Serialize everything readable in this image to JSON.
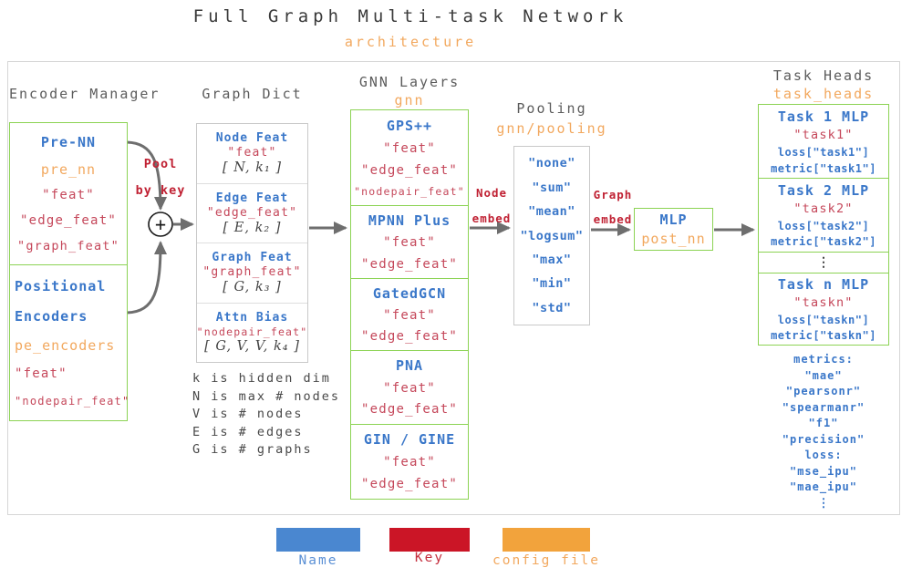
{
  "title": "Full Graph Multi-task Network",
  "subtitle": "architecture",
  "colors": {
    "name_blue": "#3a77c9",
    "key_red": "#c02133",
    "config_orange": "#f2a85e",
    "legend_blue": "#4a87d0",
    "legend_red": "#cb1526",
    "legend_orange": "#f2a33c",
    "box_green_border": "#8cd354",
    "box_gray_border": "#c9c9c9"
  },
  "encoder_manager": {
    "heading": "Encoder Manager",
    "pre_nn": {
      "name": "Pre-NN",
      "config": "pre_nn",
      "keys": [
        "\"feat\"",
        "\"edge_feat\"",
        "\"graph_feat\""
      ]
    },
    "positional_encoders": {
      "name_lines": [
        "Positional",
        "Encoders"
      ],
      "config": "pe_encoders",
      "keys": [
        "\"feat\"",
        "\"nodepair_feat\""
      ]
    },
    "pool_label_lines": [
      "Pool",
      "by key"
    ],
    "sum_symbol": "+"
  },
  "graph_dict": {
    "heading": "Graph Dict",
    "rows": [
      {
        "name": "Node Feat",
        "key": "\"feat\"",
        "shape": "[ N, k₁ ]"
      },
      {
        "name": "Edge Feat",
        "key": "\"edge_feat\"",
        "shape": "[ E, k₂ ]"
      },
      {
        "name": "Graph Feat",
        "key": "\"graph_feat\"",
        "shape": "[ G, k₃ ]"
      },
      {
        "name": "Attn Bias",
        "key": "\"nodepair_feat\"",
        "shape": "[ G, V, V, k₄ ]"
      }
    ],
    "notes": [
      "k is hidden dim",
      "N is max # nodes",
      "V is # nodes",
      "E is # edges",
      "G is # graphs"
    ]
  },
  "gnn_layers": {
    "heading": "GNN Layers",
    "config": "gnn",
    "blocks": [
      {
        "name": "GPS++",
        "keys": [
          "\"feat\"",
          "\"edge_feat\"",
          "\"nodepair_feat\""
        ]
      },
      {
        "name": "MPNN Plus",
        "keys": [
          "\"feat\"",
          "\"edge_feat\""
        ]
      },
      {
        "name": "GatedGCN",
        "keys": [
          "\"feat\"",
          "\"edge_feat\""
        ]
      },
      {
        "name": "PNA",
        "keys": [
          "\"feat\"",
          "\"edge_feat\""
        ]
      },
      {
        "name": "GIN / GINE",
        "keys": [
          "\"feat\"",
          "\"edge_feat\""
        ]
      }
    ]
  },
  "pooling": {
    "heading": "Pooling",
    "config": "gnn/pooling",
    "options": [
      "\"none\"",
      "\"sum\"",
      "\"mean\"",
      "\"logsum\"",
      "\"max\"",
      "\"min\"",
      "\"std\""
    ]
  },
  "flow_labels": {
    "node_embed_lines": [
      "Node",
      "embed"
    ],
    "graph_embed_lines": [
      "Graph",
      "embed"
    ]
  },
  "post_nn": {
    "name": "MLP",
    "config": "post_nn"
  },
  "task_heads": {
    "heading": "Task Heads",
    "config": "task_heads",
    "tasks": [
      {
        "name": "Task 1 MLP",
        "key": "\"task1\"",
        "loss": "loss[\"task1\"]",
        "metric": "metric[\"task1\"]"
      },
      {
        "name": "Task 2 MLP",
        "key": "\"task2\"",
        "loss": "loss[\"task2\"]",
        "metric": "metric[\"task2\"]"
      },
      {
        "name": "Task n MLP",
        "key": "\"taskn\"",
        "loss": "loss[\"taskn\"]",
        "metric": "metric[\"taskn\"]"
      }
    ],
    "ellipsis": "⋮",
    "metrics_block": [
      "metrics:",
      "\"mae\"",
      "\"pearsonr\"",
      "\"spearmanr\"",
      "\"f1\"",
      "\"precision\"",
      "loss:",
      "\"mse_ipu\"",
      "\"mae_ipu\""
    ],
    "metrics_ellipsis": "⋮"
  },
  "legend": [
    {
      "label": "Name"
    },
    {
      "label": "Key"
    },
    {
      "label": "config file"
    }
  ]
}
